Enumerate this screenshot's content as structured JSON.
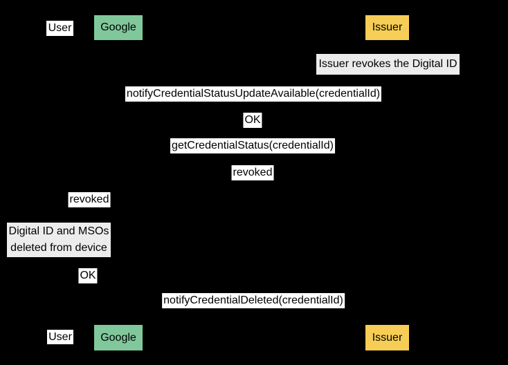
{
  "diagram_type": "sequence-diagram",
  "participants": {
    "user": {
      "label": "User",
      "color": "#FFFFFF"
    },
    "google": {
      "label": "Google",
      "color": "#80C89B"
    },
    "issuer": {
      "label": "Issuer",
      "color": "#F6CE55"
    }
  },
  "notes": [
    {
      "text": "Issuer revokes the Digital ID",
      "over": "Issuer"
    },
    {
      "text": "Digital ID and MSOs deleted from device",
      "lines": [
        "Digital ID and MSOs",
        "deleted from device"
      ],
      "over": "User"
    }
  ],
  "messages": [
    {
      "label": "notifyCredentialStatusUpdateAvailable(credentialId)",
      "lane": "Google-Issuer"
    },
    {
      "label": "OK",
      "lane": "Google-Issuer"
    },
    {
      "label": "getCredentialStatus(credentialId)",
      "lane": "Google-Issuer"
    },
    {
      "label": "revoked",
      "lane": "Google-Issuer"
    },
    {
      "label": "revoked",
      "lane": "User-Google"
    },
    {
      "label": "OK",
      "lane": "User-Google"
    },
    {
      "label": "notifyCredentialDeleted(credentialId)",
      "lane": "Google-Issuer"
    }
  ],
  "colors": {
    "background": "#000000",
    "message_bg": "#FFFFFF",
    "note_bg": "#ECECEC",
    "text": "#000000",
    "google_box": "#80C89B",
    "issuer_box": "#F6CE55",
    "user_box": "#FFFFFF"
  }
}
